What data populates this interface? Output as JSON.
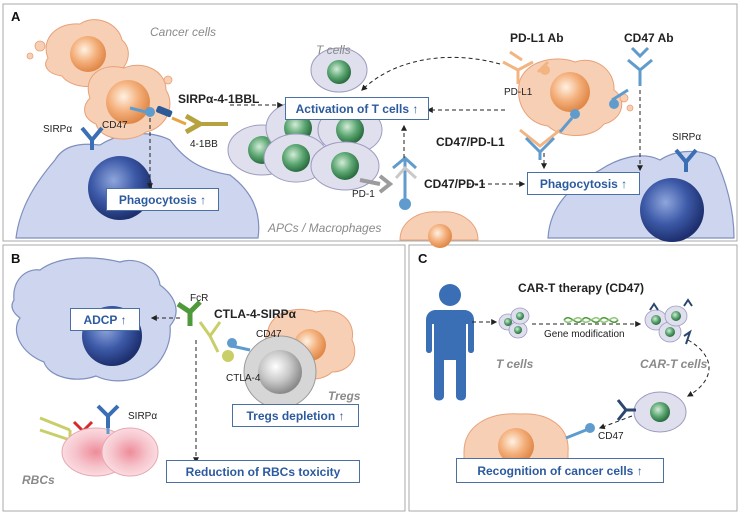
{
  "panels": {
    "a": {
      "letter": "A",
      "cancer_cells": "Cancer cells",
      "t_cells": "T cells",
      "apcs_macrophages": "APCs / Macrophages",
      "sirpa_41bbl": "SIRPα-4-1BBL",
      "pdl1_ab": "PD-L1 Ab",
      "cd47_ab": "CD47 Ab",
      "pdl1": "PD-L1",
      "cd47": "CD47",
      "sirpa_left": "SIRPα",
      "sirpa_right": "SIRPα",
      "fourone_bb": "4-1BB",
      "pd1": "PD-1",
      "cd47_pdl1": "CD47/PD-L1",
      "cd47_pd1": "CD47/PD-1",
      "box_activation": "Activation of T cells ↑",
      "box_phago_left": "Phagocytosis ↑",
      "box_phago_right": "Phagocytosis ↑"
    },
    "b": {
      "letter": "B",
      "fcr": "FcR",
      "ctla4_sirpa": "CTLA-4-SIRPα",
      "cd47": "CD47",
      "ctla4": "CTLA-4",
      "tregs": "Tregs",
      "sirpa": "SIRPα",
      "rbcs": "RBCs",
      "box_adcp": "ADCP ↑",
      "box_tregs": "Tregs depletion ↑",
      "box_rbc": "Reduction of RBCs toxicity"
    },
    "c": {
      "letter": "C",
      "title": "CAR-T therapy (CD47)",
      "t_cells": "T cells",
      "gene_mod": "Gene modification",
      "cart_cells": "CAR-T cells",
      "cd47": "CD47",
      "box_recognition": "Recognition of cancer cells ↑"
    }
  },
  "colors": {
    "box_border": "#4a6fa5",
    "box_text": "#2c5a9e",
    "macrophage": "#cdd6ee",
    "cancer": "#f7cfb4",
    "tcell": "#dfdfee",
    "antibody_blue": "#5f9ccd",
    "antibody_orange": "#f2b582",
    "inhibit_red": "#d62b2b"
  }
}
